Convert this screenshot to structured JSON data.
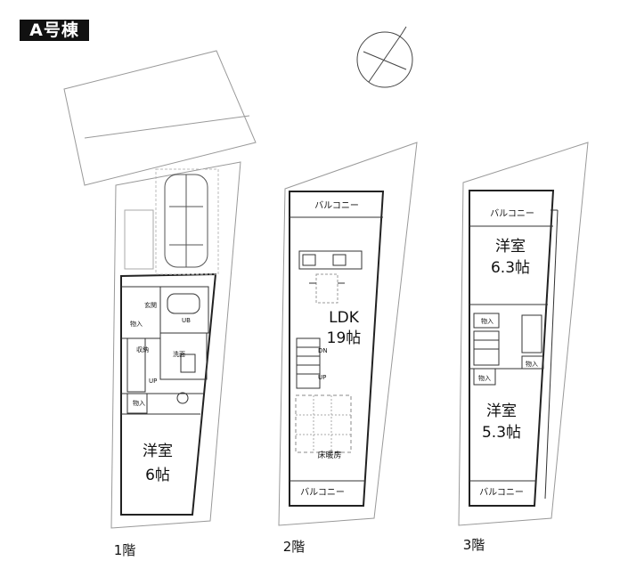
{
  "building_label": "A号棟",
  "floors": [
    {
      "floor_label": "1階",
      "rooms": [
        {
          "name": "洋室",
          "size": "6帖"
        }
      ],
      "small_labels": {
        "closet_1": "物入",
        "closet_2": "物入",
        "storage": "収納",
        "entrance": "玄関",
        "ub": "UB",
        "wash": "洗面",
        "up": "UP"
      }
    },
    {
      "floor_label": "2階",
      "rooms": [
        {
          "name": "LDK",
          "size": "19帖"
        }
      ],
      "small_labels": {
        "balcony_top": "バルコニー",
        "balcony_bottom": "バルコニー",
        "floor_heating": "床暖房",
        "up": "UP",
        "dn": "DN"
      }
    },
    {
      "floor_label": "3階",
      "rooms": [
        {
          "name": "洋室",
          "size": "6.3帖"
        },
        {
          "name": "洋室",
          "size": "5.3帖"
        }
      ],
      "small_labels": {
        "balcony_top": "バルコニー",
        "balcony_bottom": "バルコニー",
        "closet_1": "物入",
        "closet_2": "物入",
        "closet_3": "物入"
      }
    }
  ]
}
